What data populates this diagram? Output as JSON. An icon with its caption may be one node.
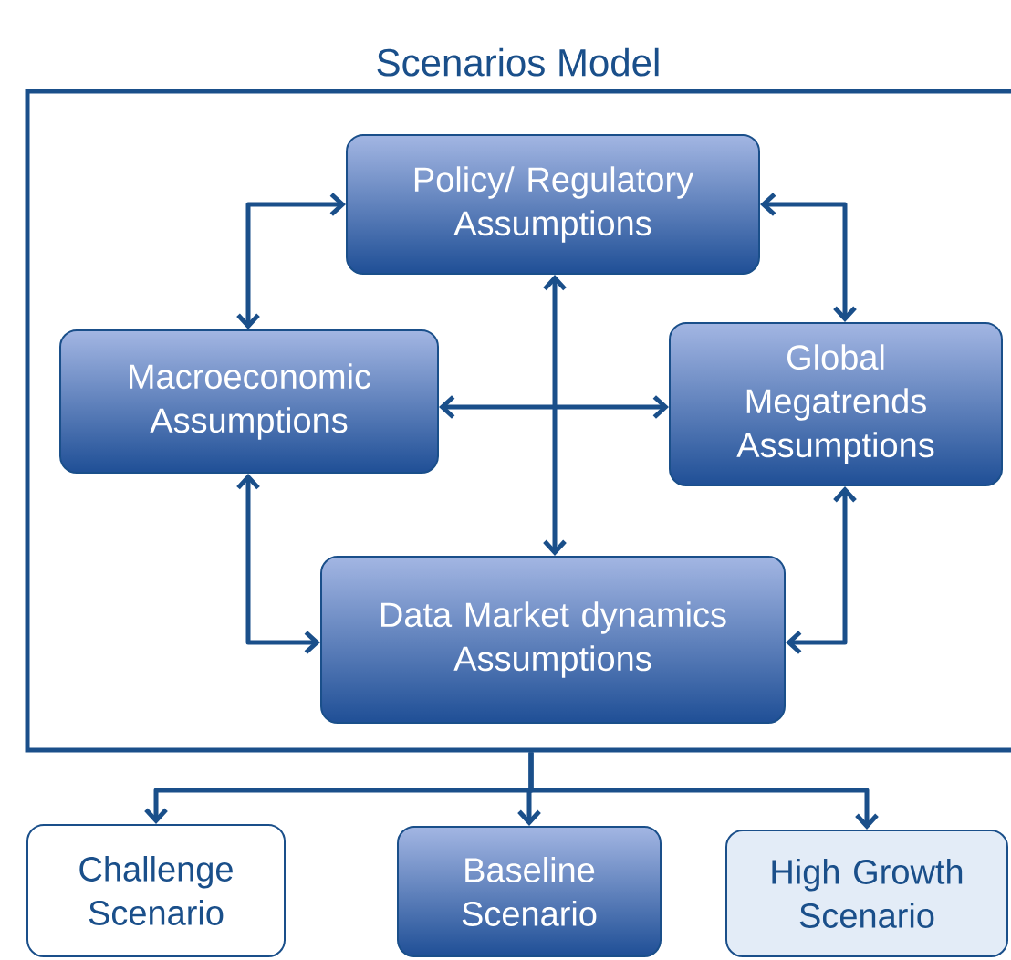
{
  "diagram": {
    "nodes": [
      {
        "text": [
          "Scenarios Model"
        ]
      },
      {
        "text": [
          "Policy/ Regulatory Assumptions"
        ],
        "in": 0
      },
      {
        "text": [
          "Macroeconomic Assumptions"
        ],
        "in": 0
      },
      {
        "text": [
          "Global Megatrends Assumptions"
        ],
        "in": 0
      },
      {
        "text": [
          "Data Market dynamics Assumptions"
        ],
        "in": 0
      },
      {
        "text": [
          "Challenge Scenario"
        ]
      },
      {
        "text": [
          "Baseline Scenario"
        ]
      },
      {
        "text": [
          "High Growth Scenario"
        ]
      }
    ],
    "edges": [
      {
        "from": 1,
        "to": 2,
        "arrow": "both"
      },
      {
        "from": 1,
        "to": 3,
        "arrow": "both"
      },
      {
        "from": 2,
        "to": 3,
        "arrow": "both"
      },
      {
        "from": 1,
        "to": 4,
        "arrow": "both"
      },
      {
        "from": 2,
        "to": 4,
        "arrow": "both"
      },
      {
        "from": 3,
        "to": 4,
        "arrow": "both"
      },
      {
        "from": 0,
        "to": 5,
        "arrow": "to"
      },
      {
        "from": 0,
        "to": 6,
        "arrow": "to"
      },
      {
        "from": 0,
        "to": 7,
        "arrow": "to"
      }
    ]
  }
}
